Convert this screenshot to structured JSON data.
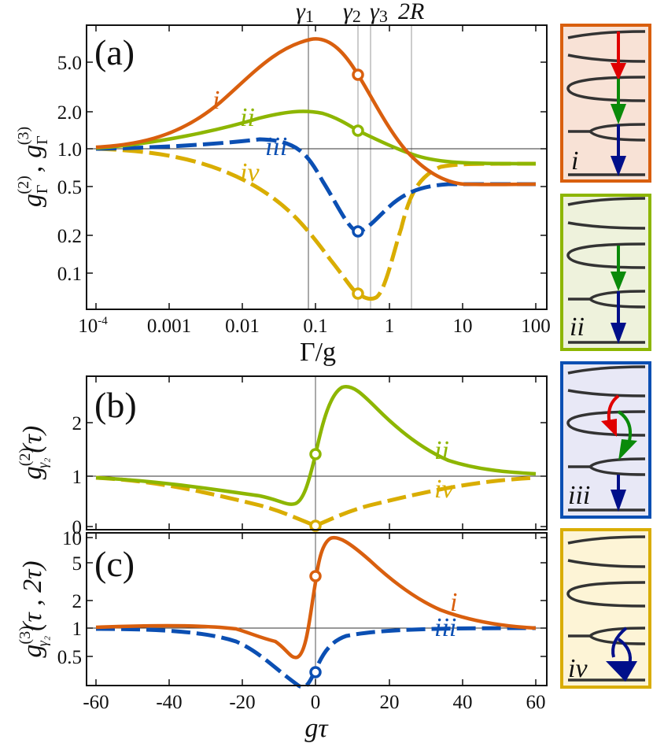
{
  "colors": {
    "i": "#d95f0e",
    "ii": "#8db600",
    "iii": "#0b4fb3",
    "iv": "#d9ad00",
    "arrow_red": "#e00000",
    "arrow_green": "#0a8a0a",
    "arrow_blue": "#000f8a",
    "inset_i_bg": "#f8e2d6",
    "inset_ii_bg": "#eef2dc",
    "inset_iii_bg": "#e8e8f6",
    "inset_iv_bg": "#fdf4d6"
  },
  "panel_a": {
    "label": "(a)",
    "xlabel": "Γ/g",
    "ylabel_1": "g",
    "ylabel_sub1": "Γ",
    "ylabel_sup1": "(2)",
    "ylabel_sep": ",",
    "ylabel_2": "g",
    "ylabel_sub2": "Γ",
    "ylabel_sup2": "(3)",
    "xticks": [
      "10",
      "0.001",
      "0.01",
      "0.1",
      "1",
      "10",
      "100"
    ],
    "xtick0_sup": "-4",
    "yticks": [
      "5.0",
      "2.0",
      "1.0",
      "0.5",
      "0.2",
      "0.1"
    ],
    "top_markers": [
      "γ",
      "1",
      "γ",
      "2",
      "γ",
      "3",
      "2R"
    ],
    "curve_labels": [
      "i",
      "ii",
      "iii",
      "iv"
    ]
  },
  "panel_b": {
    "label": "(b)",
    "ylabel": "g",
    "ylabel_sup": "(2)",
    "ylabel_sub": "γ₂",
    "ylabel_arg": "(τ)",
    "yticks": [
      "2",
      "1",
      "0"
    ],
    "curve_labels": [
      "ii",
      "iv"
    ]
  },
  "panel_c": {
    "label": "(c)",
    "xlabel": "gτ",
    "ylabel": "g",
    "ylabel_sup": "(3)",
    "ylabel_sub": "γ₂",
    "ylabel_arg": "(τ , 2τ)",
    "xticks": [
      "-60",
      "-40",
      "-20",
      "0",
      "20",
      "40",
      "60"
    ],
    "yticks": [
      "10",
      "5",
      "2",
      "1",
      "0.5"
    ],
    "curve_labels": [
      "i",
      "iii"
    ]
  },
  "insets": [
    {
      "label": "i"
    },
    {
      "label": "ii"
    },
    {
      "label": "iii"
    },
    {
      "label": "iv"
    }
  ],
  "chart_data": [
    {
      "type": "line",
      "title": "(a)",
      "xlabel": "Γ/g",
      "ylabel": "g_Γ^(2), g_Γ^(3)",
      "xscale": "log",
      "yscale": "log",
      "xlim": [
        0.0001,
        100
      ],
      "ylim": [
        0.05,
        8
      ],
      "x": [
        0.0001,
        0.001,
        0.01,
        0.03,
        0.07,
        0.2,
        0.37,
        0.6,
        1,
        2,
        5,
        10,
        100
      ],
      "series": [
        {
          "name": "i",
          "style": "solid",
          "values": [
            1.05,
            1.2,
            2.3,
            4.5,
            7.0,
            5.8,
            4.1,
            2.8,
            1.5,
            0.82,
            0.56,
            0.52,
            0.52
          ]
        },
        {
          "name": "ii",
          "style": "solid",
          "values": [
            1.02,
            1.1,
            1.4,
            1.8,
            2.0,
            1.75,
            1.42,
            1.2,
            1.02,
            0.85,
            0.75,
            0.73,
            0.73
          ]
        },
        {
          "name": "iii",
          "style": "dashed",
          "values": [
            1.0,
            1.05,
            1.15,
            1.2,
            0.9,
            0.4,
            0.21,
            0.25,
            0.35,
            0.46,
            0.51,
            0.52,
            0.52
          ]
        },
        {
          "name": "iv",
          "style": "dashed",
          "values": [
            1.0,
            0.97,
            0.85,
            0.6,
            0.35,
            0.13,
            0.065,
            0.065,
            0.15,
            0.45,
            0.72,
            0.73,
            0.73
          ]
        }
      ],
      "vertical_lines": [
        {
          "label": "γ1",
          "x": 0.055
        },
        {
          "label": "γ2",
          "x": 0.37
        },
        {
          "label": "γ3",
          "x": 0.55
        },
        {
          "label": "2R",
          "x": 2.0
        }
      ],
      "markers": [
        {
          "series": "i",
          "x": 0.37,
          "y": 4.1
        },
        {
          "series": "ii",
          "x": 0.37,
          "y": 1.42
        },
        {
          "series": "iii",
          "x": 0.37,
          "y": 0.21
        },
        {
          "series": "iv",
          "x": 0.37,
          "y": 0.065
        }
      ],
      "hline": 1.0
    },
    {
      "type": "line",
      "title": "(b)",
      "xlabel": "gτ",
      "ylabel": "g_γ2^(2)(τ)",
      "xlim": [
        -60,
        60
      ],
      "ylim": [
        -0.05,
        2.8
      ],
      "x": [
        -60,
        -40,
        -20,
        -10,
        -6,
        -3,
        0,
        3,
        10,
        20,
        40,
        60
      ],
      "series": [
        {
          "name": "ii",
          "style": "solid",
          "values": [
            0.97,
            0.9,
            0.72,
            0.6,
            0.45,
            0.8,
            1.4,
            2.2,
            2.7,
            2.2,
            1.4,
            1.1
          ]
        },
        {
          "name": "iv",
          "style": "dashed",
          "values": [
            0.97,
            0.88,
            0.6,
            0.35,
            0.2,
            0.07,
            0.02,
            0.1,
            0.35,
            0.6,
            0.88,
            0.97
          ]
        }
      ],
      "markers": [
        {
          "series": "ii",
          "x": 0,
          "y": 1.4
        },
        {
          "series": "iv",
          "x": 0,
          "y": 0.02
        }
      ],
      "hline": 1.0
    },
    {
      "type": "line",
      "title": "(c)",
      "xlabel": "gτ",
      "ylabel": "g_γ2^(3)(τ, 2τ)",
      "yscale": "log",
      "xlim": [
        -60,
        60
      ],
      "ylim": [
        0.25,
        11
      ],
      "x": [
        -60,
        -40,
        -20,
        -12,
        -5,
        -2,
        0,
        2,
        5,
        10,
        20,
        40,
        60
      ],
      "series": [
        {
          "name": "i",
          "style": "solid",
          "values": [
            1.0,
            1.05,
            1.0,
            0.78,
            0.48,
            0.9,
            3.7,
            8.5,
            10.0,
            8.0,
            4.0,
            1.8,
            1.2
          ]
        },
        {
          "name": "iii",
          "style": "dashed",
          "values": [
            1.0,
            0.97,
            0.78,
            0.5,
            0.27,
            0.22,
            0.33,
            0.55,
            0.75,
            0.88,
            0.96,
            1.0,
            1.0
          ]
        }
      ],
      "markers": [
        {
          "series": "i",
          "x": 0,
          "y": 3.7
        },
        {
          "series": "iii",
          "x": 0,
          "y": 0.33
        }
      ],
      "hline": 1.0
    }
  ]
}
